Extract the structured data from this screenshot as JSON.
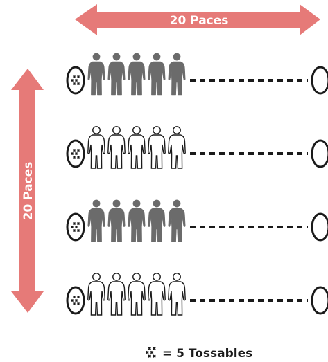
{
  "top_arrow": {
    "label": "20 Paces"
  },
  "side_arrow": {
    "label": "20 Paces"
  },
  "rows": [
    {
      "figure_style": "filled",
      "figure_count": 5
    },
    {
      "figure_style": "outline",
      "figure_count": 5
    },
    {
      "figure_style": "filled",
      "figure_count": 5
    },
    {
      "figure_style": "outline",
      "figure_count": 5
    }
  ],
  "legend": {
    "text": "= 5 Tossables"
  },
  "colors": {
    "arrow": "#e67a78",
    "figure_filled": "#6b6b6b",
    "outline": "#1a1a1a"
  }
}
